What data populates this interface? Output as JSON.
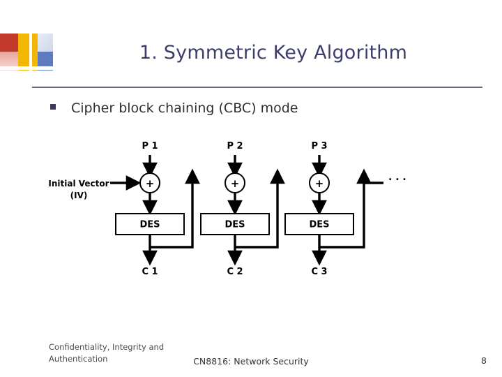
{
  "slide": {
    "title": "1. Symmetric Key Algorithm",
    "bullet": "Cipher block chaining (CBC) mode"
  },
  "diagram": {
    "type": "block-diagram",
    "plaintext_labels": [
      "P 1",
      "P 2",
      "P 3"
    ],
    "xor_symbol": "+",
    "cipher_box_label": "DES",
    "ciphertext_labels": [
      "C 1",
      "C 2",
      "C 3"
    ],
    "iv_label_line1": "Initial Vector",
    "iv_label_line2": "(IV)",
    "ellipsis": ". . ."
  },
  "footer": {
    "left_line1": "Confidentiality, Integrity and",
    "left_line2": "Authentication",
    "center": "CN8816: Network Security",
    "page_number": "8"
  },
  "colors": {
    "title": "#3d3d6b",
    "rule": "#6a6a8e",
    "bullet_marker": "#3a3a5c",
    "diagram_stroke": "#000000",
    "deco_red": "#c0392b",
    "deco_yellow": "#f2b705",
    "deco_blue": "#5f7bbf"
  }
}
